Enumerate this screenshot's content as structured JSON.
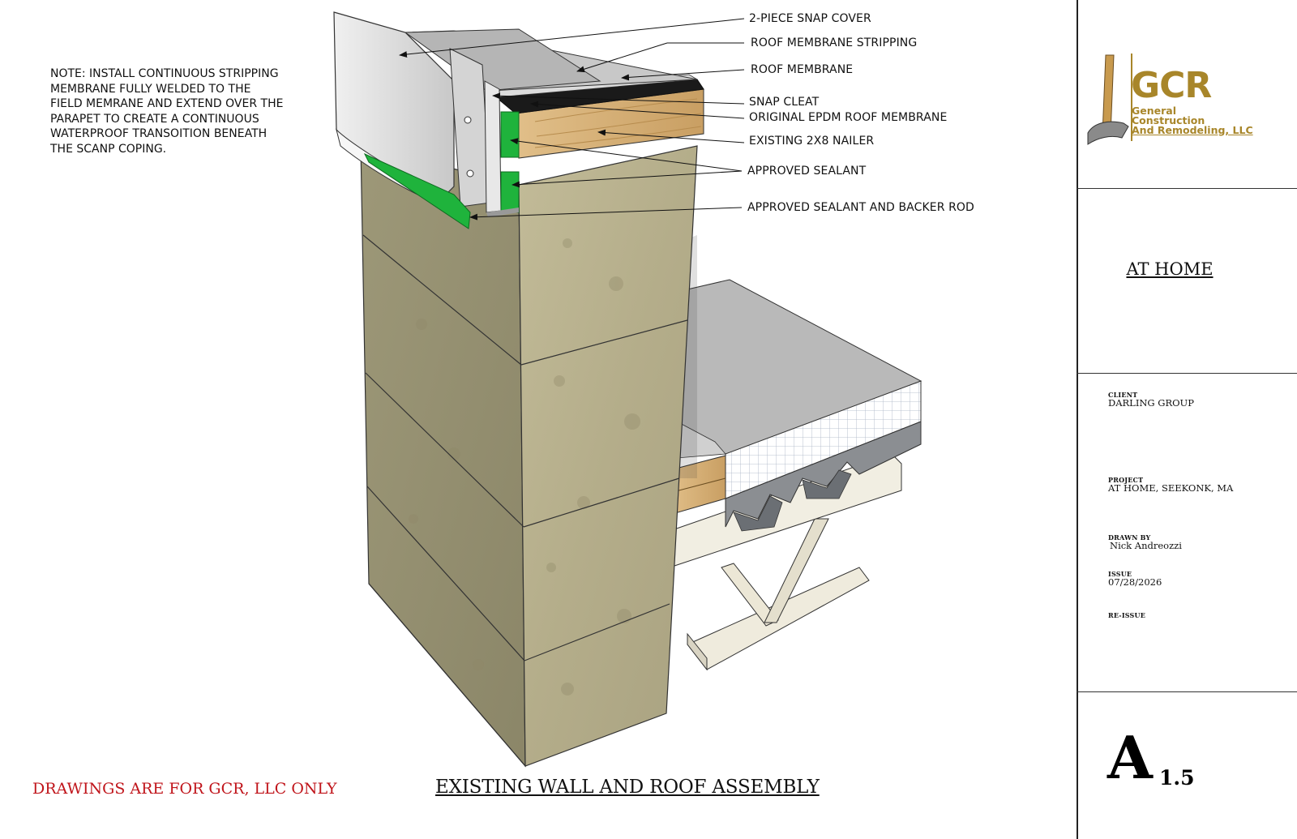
{
  "callouts": [
    {
      "id": "snap-cover",
      "text": "2-PIECE SNAP COVER"
    },
    {
      "id": "membrane-stripping",
      "text": "ROOF MEMBRANE  STRIPPING"
    },
    {
      "id": "roof-membrane",
      "text": "ROOF MEMBRANE"
    },
    {
      "id": "snap-cleat",
      "text": "SNAP CLEAT"
    },
    {
      "id": "epdm",
      "text": "ORIGINAL EPDM ROOF MEMBRANE"
    },
    {
      "id": "nailer",
      "text": "EXISTING 2X8 NAILER"
    },
    {
      "id": "sealant",
      "text": "APPROVED SEALANT"
    },
    {
      "id": "sealant-backer",
      "text": "APPROVED SEALANT AND BACKER ROD"
    }
  ],
  "note": {
    "lines": [
      "NOTE: INSTALL CONTINUOUS STRIPPING",
      "MEMBRANE FULLY WELDED TO THE",
      "FIELD MEMRANE AND EXTEND OVER THE",
      "PARAPET TO CREATE A CONTINUOUS",
      "WATERPROOF TRANSOITION BENEATH",
      "THE SCANP COPING."
    ]
  },
  "disclaimer": "DRAWINGS ARE FOR GCR, LLC ONLY",
  "drawing_title": "EXISTING WALL AND ROOF ASSEMBLY",
  "logo": {
    "brand": "GCR",
    "line1": "General",
    "line2": "Construction",
    "line3": "And Remodeling, LLC",
    "color": "#a8862a"
  },
  "title_block": {
    "project_title": "AT HOME",
    "client_label": "CLIENT",
    "client_value": "DARLING GROUP",
    "project_label": "PROJECT",
    "project_value": "AT HOME, SEEKONK, MA",
    "drawn_by_label": "DRAWN BY",
    "drawn_by_value": "Nick Andreozzi",
    "issue_label": "ISSUE",
    "issue_value": "07/28/2026",
    "reissue_label": "RE-ISSUE",
    "sheet_letter": "A",
    "sheet_number": "1.5"
  },
  "colors": {
    "sealant_green": "#1fb33c",
    "wood": "#d8b27a",
    "masonry": "#b7b08c",
    "metal": "#d9d9d9",
    "disclaimer_red": "#c0151b"
  }
}
